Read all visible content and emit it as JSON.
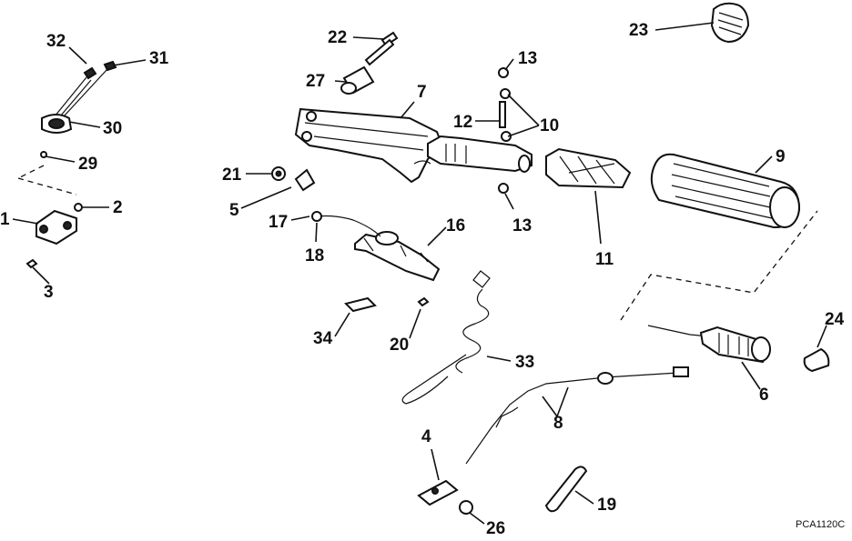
{
  "diagram": {
    "code": "PCA1120C",
    "labels": {
      "l1": "1",
      "l2": "2",
      "l3": "3",
      "l4": "4",
      "l5": "5",
      "l6": "6",
      "l7": "7",
      "l8": "8",
      "l9": "9",
      "l10": "10",
      "l11": "11",
      "l12": "12",
      "l13a": "13",
      "l13b": "13",
      "l16": "16",
      "l17": "17",
      "l18": "18",
      "l19": "19",
      "l20": "20",
      "l21": "21",
      "l22": "22",
      "l23": "23",
      "l24": "24",
      "l26": "26",
      "l27": "27",
      "l29": "29",
      "l30": "30",
      "l31": "31",
      "l32": "32",
      "l33": "33",
      "l34": "34"
    }
  }
}
